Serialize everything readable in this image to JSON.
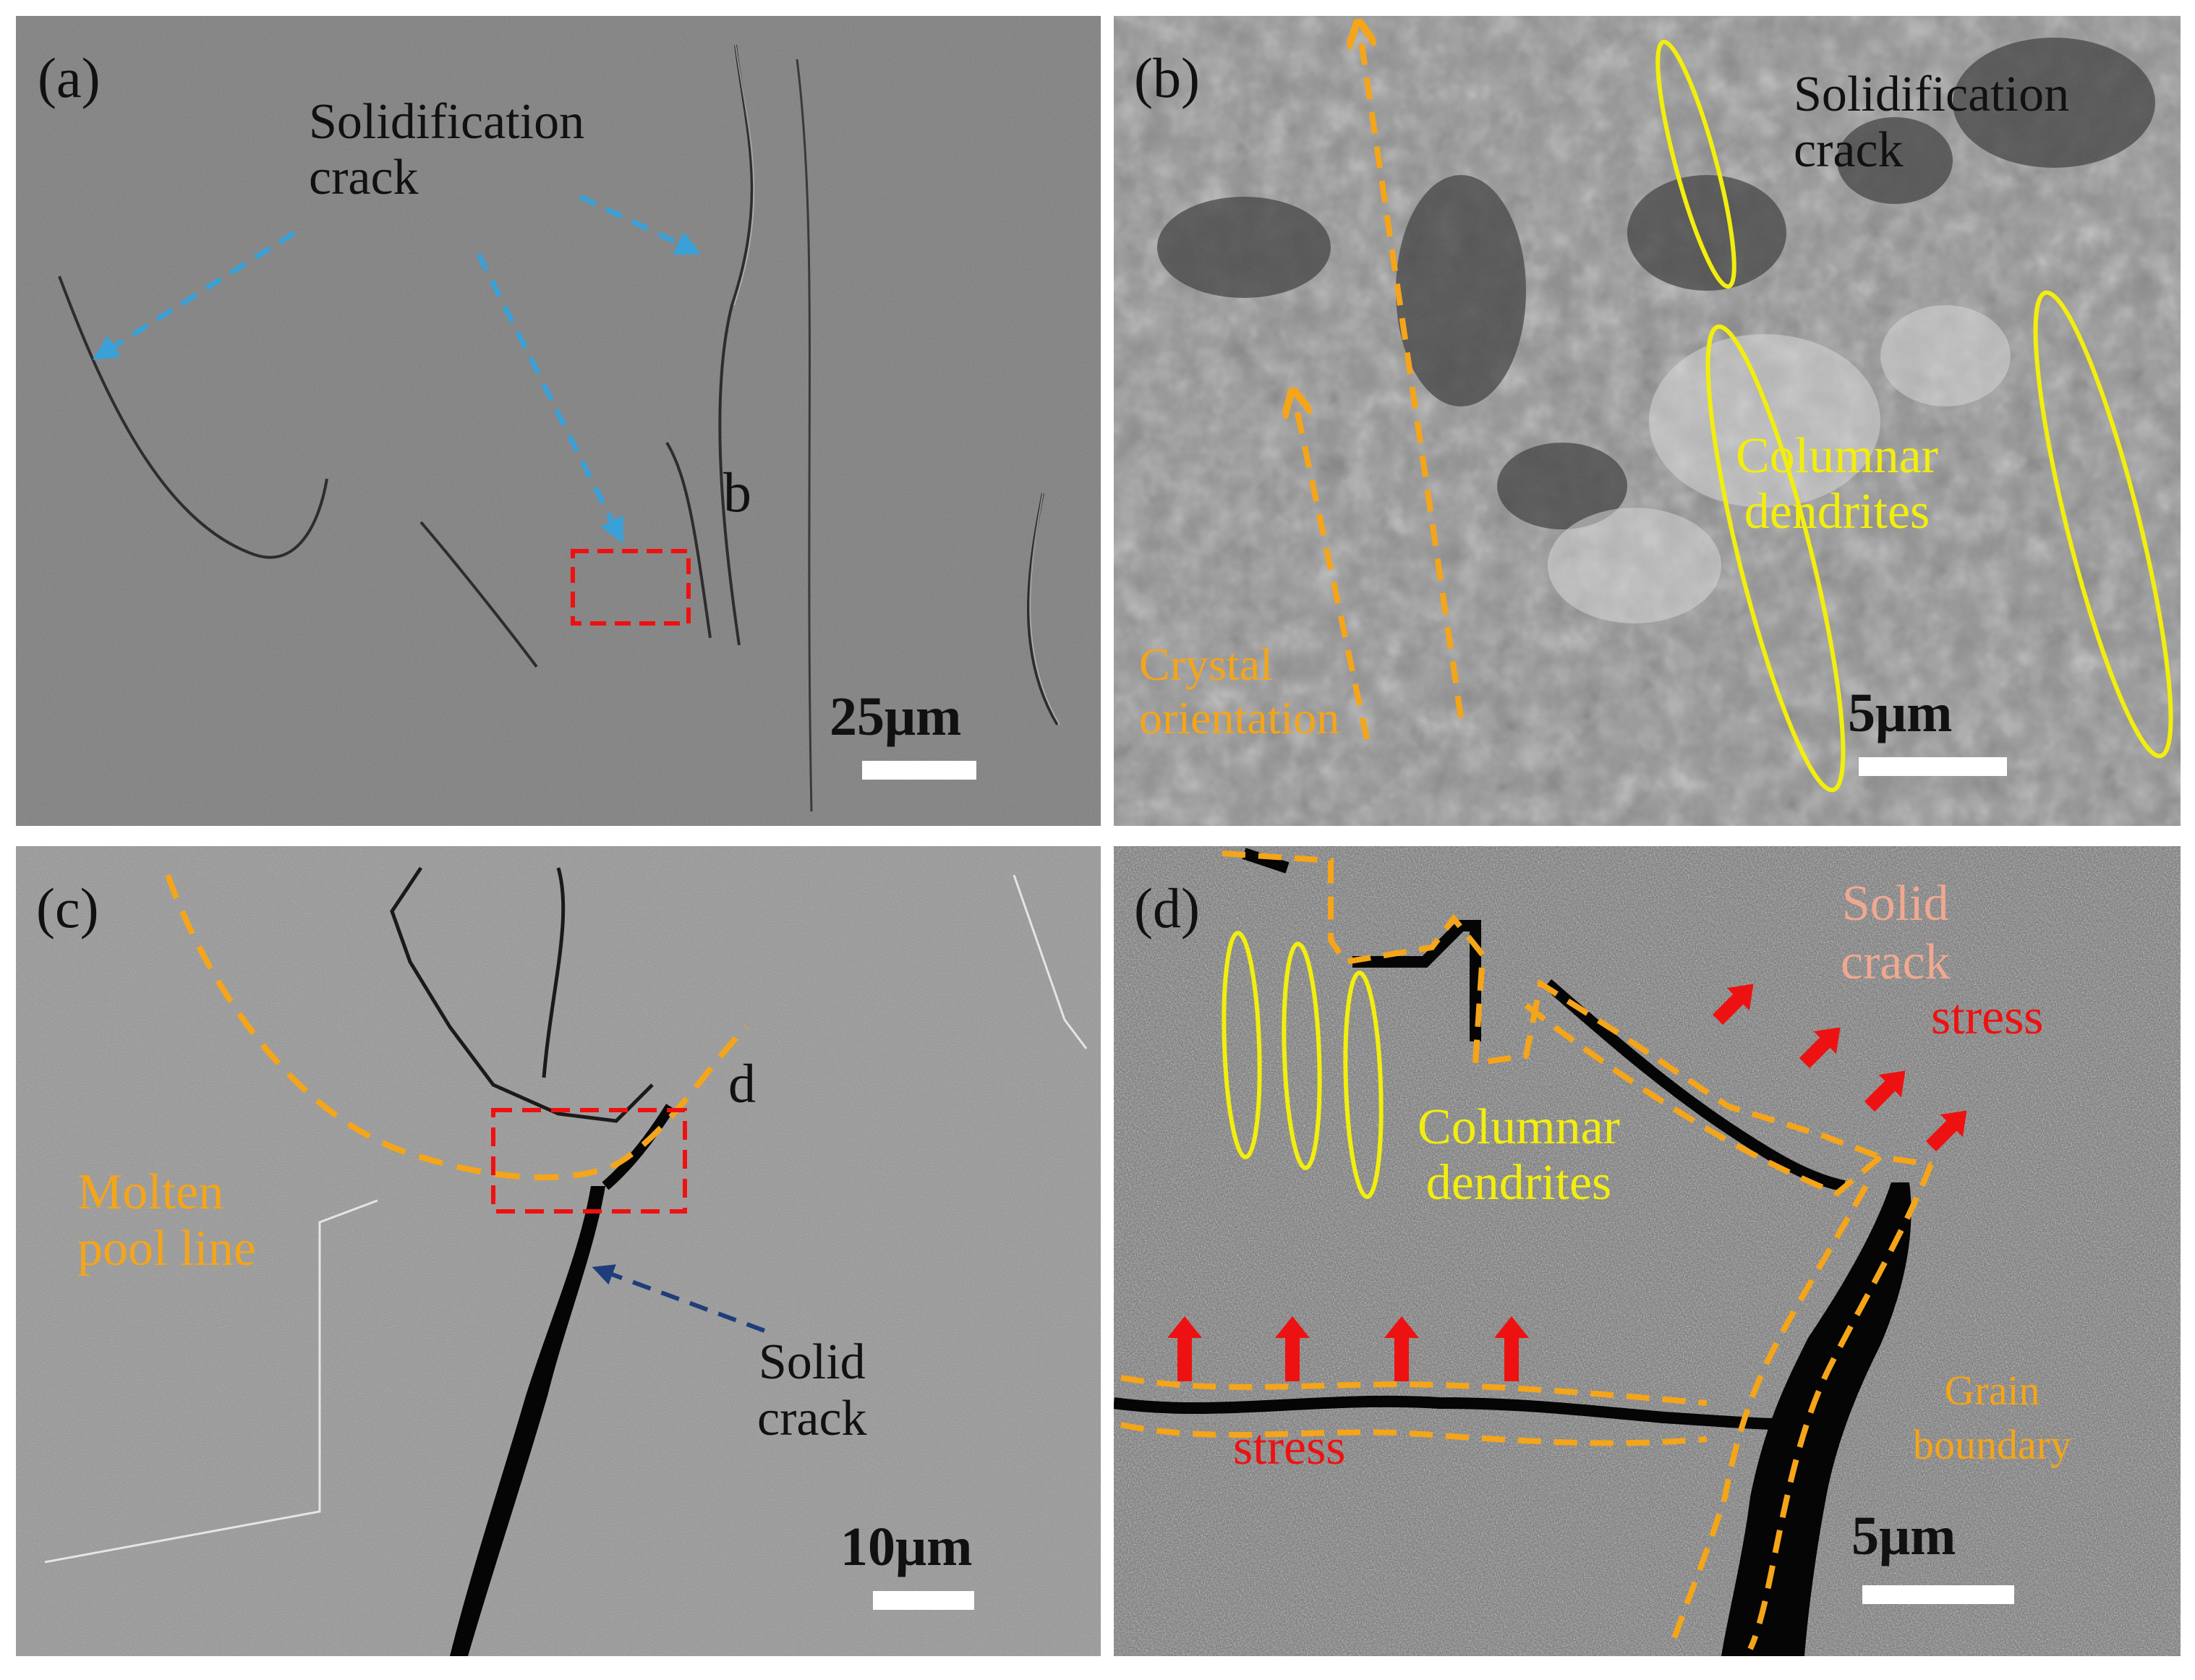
{
  "colors": {
    "crack_arrow": "#3aa0d8",
    "crack_arrow_dark": "#1f3d7a",
    "roi_box": "#ee1111",
    "dendrite_ellipse": "#f2ee0e",
    "orientation_arrow": "#f5a519",
    "pool_line": "#f5a519",
    "stress_arrow": "#ee1111",
    "solid_crack_text": "#f0a890"
  },
  "panels": [
    {
      "label": "(a)",
      "annotations": {
        "crack": "Solidification\ncrack",
        "roi": "b"
      },
      "scale_bar": "25μm",
      "icons": [
        "crack-pointer-arrow",
        "roi-box"
      ]
    },
    {
      "label": "(b)",
      "annotations": {
        "crack": "Solidification\ncrack",
        "dendrites": "Columnar\ndendrites",
        "orientation": "Crystal\norientation"
      },
      "scale_bar": "5μm",
      "icons": [
        "orientation-arrow",
        "dendrite-ellipse"
      ]
    },
    {
      "label": "(c)",
      "annotations": {
        "pool": "Molten\npool line",
        "crack": "Solid\ncrack",
        "roi": "d"
      },
      "scale_bar": "10μm",
      "icons": [
        "pool-line-dashed",
        "roi-box",
        "crack-pointer-arrow"
      ]
    },
    {
      "label": "(d)",
      "annotations": {
        "crack": "Solid\ncrack",
        "stress_top": "stress",
        "stress_bottom": "stress",
        "dendrites": "Columnar\ndendrites",
        "grain": "Grain\nboundary"
      },
      "scale_bar": "5μm",
      "icons": [
        "stress-arrow",
        "dendrite-ellipse",
        "grain-boundary-dashed"
      ]
    }
  ]
}
